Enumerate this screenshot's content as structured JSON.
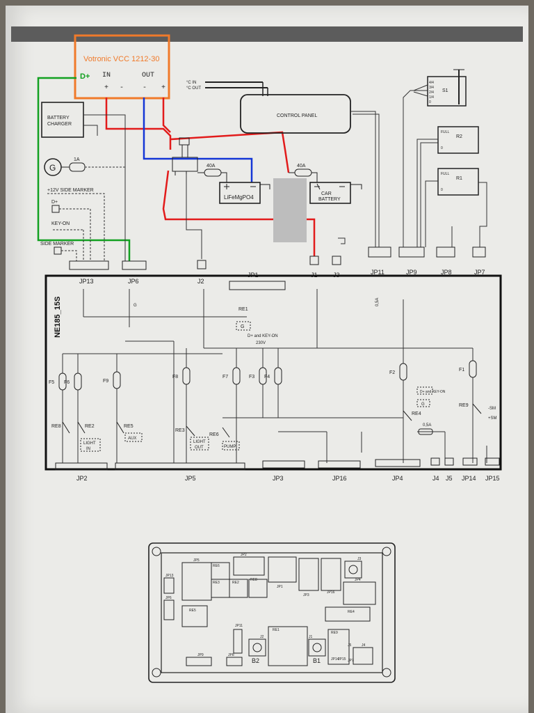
{
  "colors": {
    "paper": "#ebebe8",
    "ink": "#2a2a2a",
    "annotation_orange": "#f07a2a",
    "wire_red": "#e21b1b",
    "wire_blue": "#1436d6",
    "wire_green": "#12a020",
    "redaction_gray": "#bdbdbd"
  },
  "annotation": {
    "title": "Votronic VCC 1212-30",
    "dplus": "D+",
    "in": "IN",
    "out": "OUT",
    "plus": "+",
    "minus": "-"
  },
  "top": {
    "battery_charger": [
      "BATTERY",
      "CHARGER"
    ],
    "generator": "G",
    "fuse_1a": "1A",
    "side_marker_12v": "+12V SIDE MARKER",
    "dplus": "D+",
    "key_on": "KEY-ON",
    "side_marker": "SIDE MARKER",
    "temp_in": "°C IN",
    "temp_out": "°C OUT",
    "control_panel": "CONTROL PANEL",
    "fuse_40a_1": "40A",
    "fuse_40a_2": "40A",
    "battery_lifepo4": "LiFeMgPO4",
    "car_battery": [
      "CAR",
      "BATTERY"
    ],
    "tank_s1": "S1",
    "tank_s1_levels": [
      "4/4",
      "3/4",
      "2/4",
      "1/4",
      "0"
    ],
    "tank_r2": "R2",
    "tank_r1": "R1",
    "full": "FULL",
    "zero": "0"
  },
  "connectors": {
    "jp13": "JP13",
    "jp6": "JP6",
    "j2": "J2",
    "jp1": "JP1",
    "j1": "J1",
    "j3": "J3",
    "jp11": "JP11",
    "jp9": "JP9",
    "jp8": "JP8",
    "jp7": "JP7",
    "jp2": "JP2",
    "jp5": "JP5",
    "jp3": "JP3",
    "jp16": "JP16",
    "jp4": "JP4",
    "j4": "J4",
    "j5": "J5",
    "jp14": "JP14",
    "jp15": "JP15"
  },
  "board": {
    "name": "NE185_15S",
    "re1": "RE1",
    "g": "G",
    "dplus_keyon": "D+ and KEY-ON",
    "v230": "230V",
    "fuses": [
      "F5",
      "F6",
      "F9",
      "F8",
      "F7",
      "F3",
      "F4",
      "F2",
      "F1"
    ],
    "relays": [
      "RE8",
      "RE2",
      "RE5",
      "RE3",
      "RE6",
      "RE4",
      "RE9"
    ],
    "light_in": [
      "LIGHT",
      "IN"
    ],
    "aux": "AUX",
    "light_out": [
      "LIGHT",
      "OUT"
    ],
    "pump": "PUMP",
    "dplus_keyon_2": "D+ and KEY-ON",
    "g2": "G",
    "fuse_05a": "0,5A",
    "fuse_05a_2": "0,5A",
    "sm_minus": "-SM",
    "sm_plus": "+SM"
  },
  "layout_board": {
    "labels": [
      "JP5",
      "RE6",
      "JP2",
      "RE8",
      "JP1",
      "JP3",
      "JP16",
      "J3",
      "JP4",
      "RE3",
      "RE2",
      "RE5",
      "RE4",
      "RE1",
      "RE9",
      "J2",
      "J1",
      "B2",
      "B1",
      "JP6",
      "JP9",
      "JP11",
      "JP8",
      "JP7",
      "J5",
      "J4",
      "JP14",
      "JP15",
      "JP13"
    ]
  }
}
